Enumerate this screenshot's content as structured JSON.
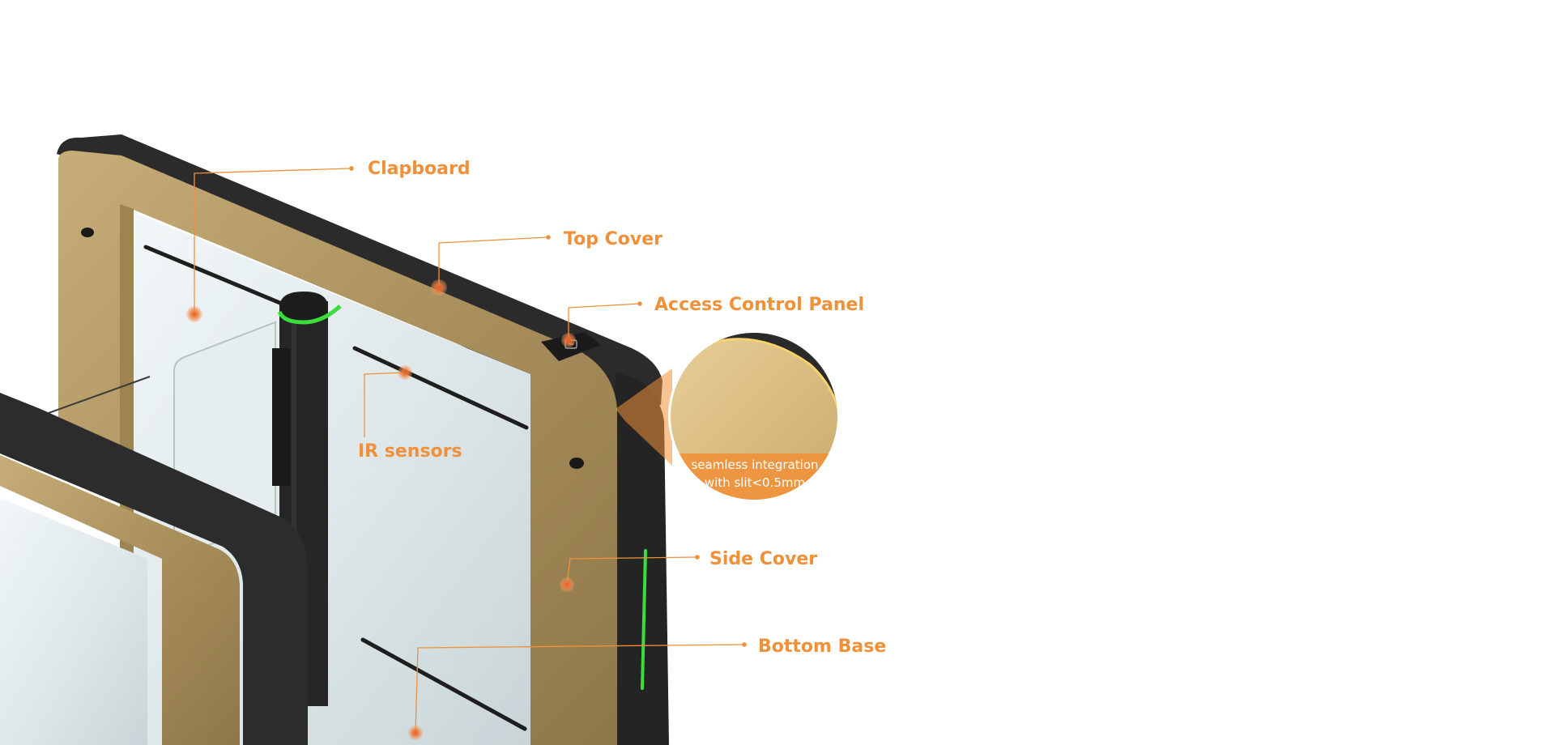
{
  "colors": {
    "accent": "#f0913a",
    "frame_gold": "#b49a67",
    "frame_dark": "#2c2c2c",
    "glass": "#dfe8ea",
    "led_green": "#3cdc3c"
  },
  "labels": {
    "clapboard": "Clapboard",
    "top_cover": "Top Cover",
    "access_control_panel": "Access Control Panel",
    "ir_sensors": "IR sensors",
    "side_cover": "Side Cover",
    "bottom_base": "Bottom Base"
  },
  "zoom_detail": {
    "line1": "seamless integration",
    "line2": "with slit<0.5mm"
  },
  "icons": {
    "reader": "card-reader-icon"
  }
}
